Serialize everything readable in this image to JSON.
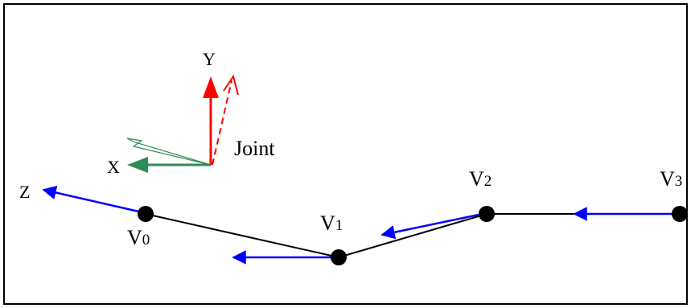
{
  "labels": {
    "axis_y": "Y",
    "axis_x": "X",
    "axis_z": "Z",
    "joint": "Joint"
  },
  "vertices": [
    {
      "letter": "V",
      "index": "0"
    },
    {
      "letter": "V",
      "index": "1"
    },
    {
      "letter": "V",
      "index": "2"
    },
    {
      "letter": "V",
      "index": "3"
    }
  ],
  "colors": {
    "frame": "#000000",
    "y_axis": "#ff0000",
    "x_axis": "#2e8b57",
    "z_axis": "#0000ff",
    "skeleton_line": "#000000",
    "vertex_dot": "#000000"
  }
}
